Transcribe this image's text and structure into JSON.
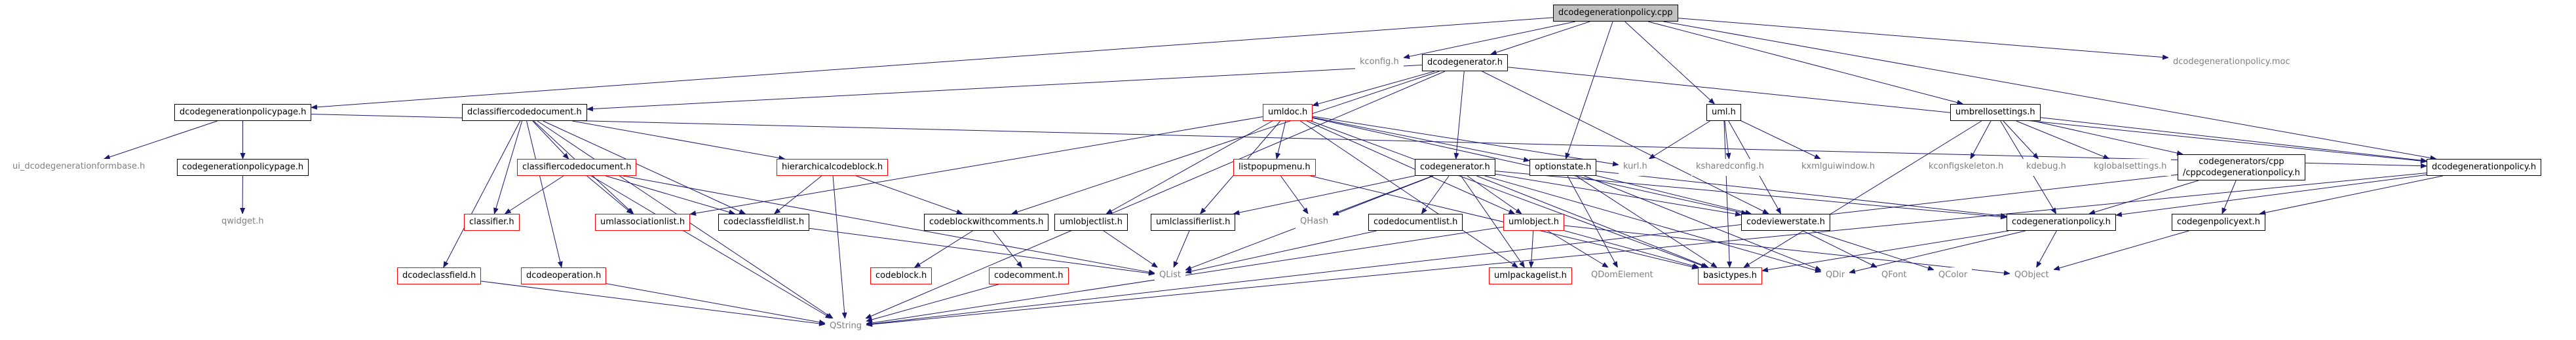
{
  "nodes": [
    {
      "id": "dcodegenerationpolicy_cpp",
      "label": "dcodegenerationpolicy.cpp",
      "style": "root"
    },
    {
      "id": "kconfig_h",
      "label": "kconfig.h",
      "style": "plain"
    },
    {
      "id": "dcodegenerator_h",
      "label": "dcodegenerator.h",
      "style": "box"
    },
    {
      "id": "dcodegenerationpolicy_moc",
      "label": "dcodegenerationpolicy.moc",
      "style": "plain"
    },
    {
      "id": "dcodegenerationpolicypage_h",
      "label": "dcodegenerationpolicypage.h",
      "style": "box"
    },
    {
      "id": "dclassifiercodedocument_h",
      "label": "dclassifiercodedocument.h",
      "style": "box"
    },
    {
      "id": "umldoc_h",
      "label": "umldoc.h",
      "style": "red"
    },
    {
      "id": "uml_h",
      "label": "uml.h",
      "style": "box"
    },
    {
      "id": "umbrellosettings_h",
      "label": "umbrellosettings.h",
      "style": "box"
    },
    {
      "id": "ui_dcodegenerationformbase_h",
      "label": "ui_dcodegenerationformbase.h",
      "style": "plain"
    },
    {
      "id": "codegenerationpolicypage_h",
      "label": "codegenerationpolicypage.h",
      "style": "box"
    },
    {
      "id": "classifiercodedocument_h",
      "label": "classifiercodedocument.h",
      "style": "red"
    },
    {
      "id": "hierarchicalcodeblock_h",
      "label": "hierarchicalcodeblock.h",
      "style": "red"
    },
    {
      "id": "listpopupmenu_h",
      "label": "listpopupmenu.h",
      "style": "red"
    },
    {
      "id": "codegenerator_h",
      "label": "codegenerator.h",
      "style": "box"
    },
    {
      "id": "optionstate_h",
      "label": "optionstate.h",
      "style": "box"
    },
    {
      "id": "kurl_h",
      "label": "kurl.h",
      "style": "plain"
    },
    {
      "id": "ksharedconfig_h",
      "label": "ksharedconfig.h",
      "style": "plain"
    },
    {
      "id": "kxmlguiwindow_h",
      "label": "kxmlguiwindow.h",
      "style": "plain"
    },
    {
      "id": "kconfigskeleton_h",
      "label": "kconfigskeleton.h",
      "style": "plain"
    },
    {
      "id": "kdebug_h",
      "label": "kdebug.h",
      "style": "plain"
    },
    {
      "id": "kglobalsettings_h",
      "label": "kglobalsettings.h",
      "style": "plain"
    },
    {
      "id": "cppcodegenerationpolicy_h",
      "label": [
        "codegenerators/cpp",
        "/cppcodegenerationpolicy.h"
      ],
      "style": "box"
    },
    {
      "id": "dcodegenerationpolicy_h",
      "label": "dcodegenerationpolicy.h",
      "style": "box"
    },
    {
      "id": "qwidget_h",
      "label": "qwidget.h",
      "style": "plain"
    },
    {
      "id": "classifier_h",
      "label": "classifier.h",
      "style": "red"
    },
    {
      "id": "umlassociationlist_h",
      "label": "umlassociationlist.h",
      "style": "red"
    },
    {
      "id": "codeclassfieldlist_h",
      "label": "codeclassfieldlist.h",
      "style": "box"
    },
    {
      "id": "codeblockwithcomments_h",
      "label": "codeblockwithcomments.h",
      "style": "box"
    },
    {
      "id": "umlobjectlist_h",
      "label": "umlobjectlist.h",
      "style": "box"
    },
    {
      "id": "umlclassifierlist_h",
      "label": "umlclassifierlist.h",
      "style": "box"
    },
    {
      "id": "qhash",
      "label": "QHash",
      "style": "plain"
    },
    {
      "id": "codedocumentlist_h",
      "label": "codedocumentlist.h",
      "style": "box"
    },
    {
      "id": "umlobject_h",
      "label": "umlobject.h",
      "style": "red"
    },
    {
      "id": "codeviewerstate_h",
      "label": "codeviewerstate.h",
      "style": "box"
    },
    {
      "id": "codegenerationpolicy_h",
      "label": "codegenerationpolicy.h",
      "style": "box"
    },
    {
      "id": "codegenpolicyext_h",
      "label": "codegenpolicyext.h",
      "style": "box"
    },
    {
      "id": "dcodeclassfield_h",
      "label": "dcodeclassfield.h",
      "style": "red"
    },
    {
      "id": "dcodeoperation_h",
      "label": "dcodeoperation.h",
      "style": "red"
    },
    {
      "id": "codeblock_h",
      "label": "codeblock.h",
      "style": "red"
    },
    {
      "id": "codecomment_h",
      "label": "codecomment.h",
      "style": "red"
    },
    {
      "id": "qlist",
      "label": "QList",
      "style": "plain"
    },
    {
      "id": "umlpackagelist_h",
      "label": "umlpackagelist.h",
      "style": "red"
    },
    {
      "id": "qdomelement",
      "label": "QDomElement",
      "style": "plain"
    },
    {
      "id": "basictypes_h",
      "label": "basictypes.h",
      "style": "red"
    },
    {
      "id": "qdir",
      "label": "QDir",
      "style": "plain"
    },
    {
      "id": "qfont",
      "label": "QFont",
      "style": "plain"
    },
    {
      "id": "qcolor",
      "label": "QColor",
      "style": "plain"
    },
    {
      "id": "qobject",
      "label": "QObject",
      "style": "plain"
    },
    {
      "id": "qstring",
      "label": "QString",
      "style": "plain"
    }
  ],
  "edges": [
    [
      "dcodegenerationpolicy_cpp",
      "kconfig_h"
    ],
    [
      "dcodegenerationpolicy_cpp",
      "dcodegenerator_h"
    ],
    [
      "dcodegenerationpolicy_cpp",
      "dcodegenerationpolicy_moc"
    ],
    [
      "dcodegenerationpolicy_cpp",
      "dcodegenerationpolicypage_h"
    ],
    [
      "dcodegenerationpolicy_cpp",
      "uml_h"
    ],
    [
      "dcodegenerationpolicy_cpp",
      "umbrellosettings_h"
    ],
    [
      "dcodegenerationpolicy_cpp",
      "optionstate_h"
    ],
    [
      "dcodegenerationpolicy_cpp",
      "dcodegenerationpolicy_h"
    ],
    [
      "dcodegenerator_h",
      "dclassifiercodedocument_h"
    ],
    [
      "dcodegenerator_h",
      "umldoc_h"
    ],
    [
      "dcodegenerator_h",
      "codegenerator_h"
    ],
    [
      "dcodegenerator_h",
      "codeblockwithcomments_h"
    ],
    [
      "dcodegenerator_h",
      "codeviewerstate_h"
    ],
    [
      "dcodegenerator_h",
      "dcodegenerationpolicy_h"
    ],
    [
      "dcodegenerator_h",
      "qstring"
    ],
    [
      "dcodegenerationpolicypage_h",
      "ui_dcodegenerationformbase_h"
    ],
    [
      "dcodegenerationpolicypage_h",
      "codegenerationpolicypage_h"
    ],
    [
      "dcodegenerationpolicypage_h",
      "dcodegenerationpolicy_h"
    ],
    [
      "codegenerationpolicypage_h",
      "qwidget_h"
    ],
    [
      "dclassifiercodedocument_h",
      "classifiercodedocument_h"
    ],
    [
      "dclassifiercodedocument_h",
      "classifier_h"
    ],
    [
      "dclassifiercodedocument_h",
      "hierarchicalcodeblock_h"
    ],
    [
      "dclassifiercodedocument_h",
      "codeclassfieldlist_h"
    ],
    [
      "dclassifiercodedocument_h",
      "umlassociationlist_h"
    ],
    [
      "dclassifiercodedocument_h",
      "dcodeclassfield_h"
    ],
    [
      "dclassifiercodedocument_h",
      "dcodeoperation_h"
    ],
    [
      "dclassifiercodedocument_h",
      "qstring"
    ],
    [
      "classifiercodedocument_h",
      "classifier_h"
    ],
    [
      "classifiercodedocument_h",
      "umlassociationlist_h"
    ],
    [
      "classifiercodedocument_h",
      "codeclassfieldlist_h"
    ],
    [
      "classifiercodedocument_h",
      "qlist"
    ],
    [
      "classifiercodedocument_h",
      "qstring"
    ],
    [
      "hierarchicalcodeblock_h",
      "codeclassfieldlist_h"
    ],
    [
      "hierarchicalcodeblock_h",
      "codeblockwithcomments_h"
    ],
    [
      "hierarchicalcodeblock_h",
      "qstring"
    ],
    [
      "codeclassfieldlist_h",
      "qlist"
    ],
    [
      "codeblockwithcomments_h",
      "codeblock_h"
    ],
    [
      "codeblockwithcomments_h",
      "codecomment_h"
    ],
    [
      "codecomment_h",
      "qstring"
    ],
    [
      "dcodeclassfield_h",
      "qstring"
    ],
    [
      "dcodeoperation_h",
      "qstring"
    ],
    [
      "umldoc_h",
      "umlassociationlist_h"
    ],
    [
      "umldoc_h",
      "umlobjectlist_h"
    ],
    [
      "umldoc_h",
      "umlclassifierlist_h"
    ],
    [
      "umldoc_h",
      "listpopupmenu_h"
    ],
    [
      "umldoc_h",
      "umlpackagelist_h"
    ],
    [
      "umldoc_h",
      "optionstate_h"
    ],
    [
      "umldoc_h",
      "kurl_h"
    ],
    [
      "umldoc_h",
      "umlobject_h"
    ],
    [
      "umldoc_h",
      "basictypes_h"
    ],
    [
      "umldoc_h",
      "codeviewerstate_h"
    ],
    [
      "listpopupmenu_h",
      "qhash"
    ],
    [
      "listpopupmenu_h",
      "basictypes_h"
    ],
    [
      "umlobjectlist_h",
      "qlist"
    ],
    [
      "umlclassifierlist_h",
      "qlist"
    ],
    [
      "codegenerator_h",
      "umlclassifierlist_h"
    ],
    [
      "codegenerator_h",
      "qhash"
    ],
    [
      "codegenerator_h",
      "codedocumentlist_h"
    ],
    [
      "codegenerator_h",
      "umlobject_h"
    ],
    [
      "codegenerator_h",
      "umlpackagelist_h"
    ],
    [
      "codegenerator_h",
      "basictypes_h"
    ],
    [
      "codegenerator_h",
      "codeviewerstate_h"
    ],
    [
      "codegenerator_h",
      "codegenerationpolicy_h"
    ],
    [
      "codegenerator_h",
      "qdir"
    ],
    [
      "codegenerator_h",
      "qlist"
    ],
    [
      "codedocumentlist_h",
      "qlist"
    ],
    [
      "umlobject_h",
      "umlpackagelist_h"
    ],
    [
      "umlobject_h",
      "basictypes_h"
    ],
    [
      "umlobject_h",
      "qdomelement"
    ],
    [
      "umlobject_h",
      "qobject"
    ],
    [
      "umlobject_h",
      "qstring"
    ],
    [
      "optionstate_h",
      "qdomelement"
    ],
    [
      "optionstate_h",
      "codeviewerstate_h"
    ],
    [
      "optionstate_h",
      "codegenerationpolicy_h"
    ],
    [
      "optionstate_h",
      "basictypes_h"
    ],
    [
      "optionstate_h",
      "qdir"
    ],
    [
      "codeviewerstate_h",
      "qfont"
    ],
    [
      "codeviewerstate_h",
      "qcolor"
    ],
    [
      "codegenerationpolicy_h",
      "basictypes_h"
    ],
    [
      "codegenerationpolicy_h",
      "qdir"
    ],
    [
      "codegenerationpolicy_h",
      "qobject"
    ],
    [
      "uml_h",
      "kurl_h"
    ],
    [
      "uml_h",
      "ksharedconfig_h"
    ],
    [
      "uml_h",
      "kxmlguiwindow_h"
    ],
    [
      "uml_h",
      "codeviewerstate_h"
    ],
    [
      "uml_h",
      "basictypes_h"
    ],
    [
      "umbrellosettings_h",
      "kconfigskeleton_h"
    ],
    [
      "umbrellosettings_h",
      "kdebug_h"
    ],
    [
      "umbrellosettings_h",
      "kglobalsettings_h"
    ],
    [
      "umbrellosettings_h",
      "cppcodegenerationpolicy_h"
    ],
    [
      "umbrellosettings_h",
      "codegenerationpolicy_h"
    ],
    [
      "umbrellosettings_h",
      "basictypes_h"
    ],
    [
      "umbrellosettings_h",
      "dcodegenerationpolicy_h"
    ],
    [
      "cppcodegenerationpolicy_h",
      "codegenpolicyext_h"
    ],
    [
      "cppcodegenerationpolicy_h",
      "codegenerationpolicy_h"
    ],
    [
      "cppcodegenerationpolicy_h",
      "qstring"
    ],
    [
      "dcodegenerationpolicy_h",
      "codegenerationpolicy_h"
    ],
    [
      "dcodegenerationpolicy_h",
      "codegenpolicyext_h"
    ],
    [
      "dcodegenerationpolicy_h",
      "qstring"
    ],
    [
      "codegenpolicyext_h",
      "qobject"
    ]
  ],
  "colors": {
    "root_fill": "#bfbfbf",
    "edge": "#191970",
    "box_border": "#000000",
    "missing_border": "#ff0000",
    "external_text": "#808080"
  }
}
